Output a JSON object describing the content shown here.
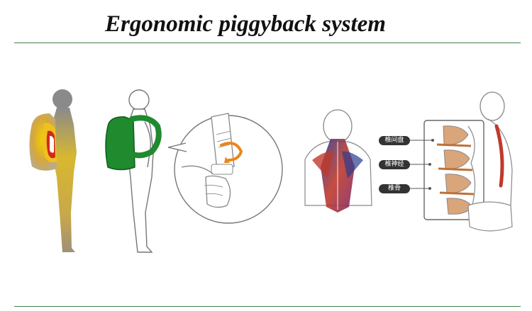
{
  "title": "Ergonomic piggyback system",
  "spine_labels": [
    "椎间盘",
    "椎神经",
    "椎骨"
  ],
  "colors": {
    "rule": "#3f7f4a",
    "backpack_green": "#1f8a2e",
    "heat_orange": "#e8a020",
    "muscle_red": "#c0392b",
    "label_bg": "#333333"
  },
  "icons": [
    "heated-figure-icon",
    "backpack-figure-icon",
    "strap-adjust-icon",
    "back-muscle-icon",
    "spine-cross-section-icon"
  ]
}
